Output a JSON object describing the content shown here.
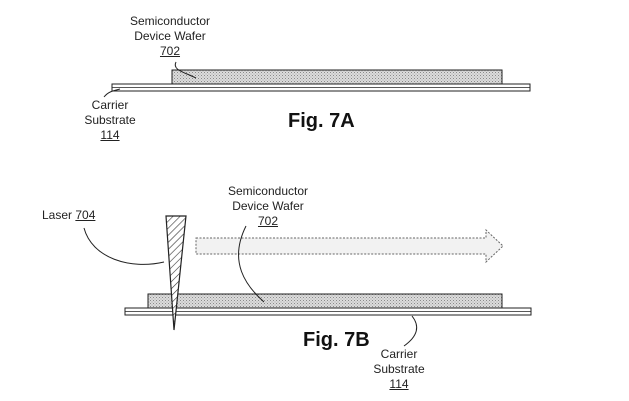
{
  "fig_7a": {
    "title": "Fig. 7A",
    "wafer_label": {
      "line1": "Semiconductor",
      "line2": "Device Wafer",
      "ref": "702"
    },
    "carrier_label": {
      "line1": "Carrier",
      "line2": "Substrate",
      "ref": "114"
    }
  },
  "fig_7b": {
    "title": "Fig. 7B",
    "laser_label": {
      "text": "Laser",
      "ref": "704"
    },
    "wafer_label": {
      "line1": "Semiconductor",
      "line2": "Device Wafer",
      "ref": "702"
    },
    "carrier_label": {
      "line1": "Carrier",
      "line2": "Substrate",
      "ref": "114"
    }
  },
  "colors": {
    "line": "#222222",
    "wafer_fill": "#d6d6d6",
    "arrow_fill": "#f2f2f2"
  }
}
